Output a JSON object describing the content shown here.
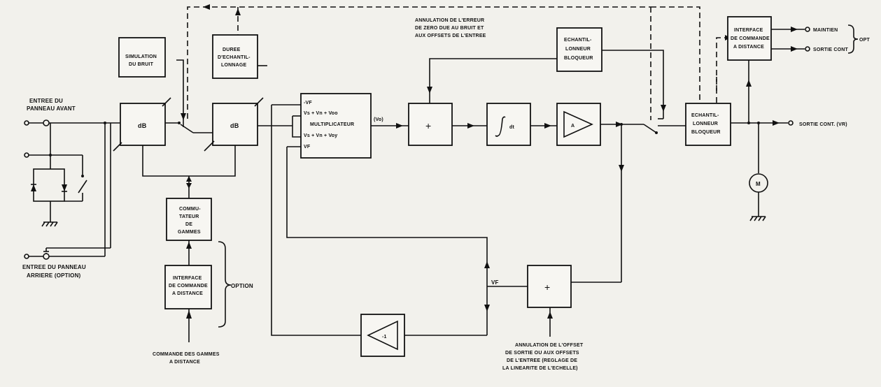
{
  "labels": {
    "input_front_1": "ENTREE DU",
    "input_front_2": "PANNEAU AVANT",
    "input_rear_1": "ENTREE DU PANNEAU",
    "input_rear_2": "ARRIERE (OPTION)",
    "sim_1": "SIMULATION",
    "sim_2": "DU BRUIT",
    "duree_1": "DUREE",
    "duree_2": "D'ECHANTIL-",
    "duree_3": "LONNAGE",
    "db1": "dB",
    "db2": "dB",
    "comm_1": "COMMU-",
    "comm_2": "TATEUR",
    "comm_3": "DE",
    "comm_4": "GAMMES",
    "iface_left_1": "INTERFACE",
    "iface_left_2": "DE COMMANDE",
    "iface_left_3": "A DISTANCE",
    "option_left": "OPTION",
    "cmd_gammes_1": "COMMANDE DES GAMMES",
    "cmd_gammes_2": "A DISTANCE",
    "mult_1": "-VF",
    "mult_2": "Vs + Vn + Voo",
    "mult_3": "MULTIPLICATEUR",
    "mult_4": "Vs + Vn + Voy",
    "mult_5": "VF",
    "vo": "(Vo)",
    "plus_top": "+",
    "integ": "dt",
    "amp": "A",
    "annul_top_1": "ANNULATION DE L'ERREUR",
    "annul_top_2": "DE ZERO DUE AU BRUIT ET",
    "annul_top_3": "AUX OFFSETS DE L'ENTREE",
    "ech_top_1": "ECHANTIL-",
    "ech_top_2": "LONNEUR",
    "ech_top_3": "BLOQUEUR",
    "ech_main_1": "ECHANTIL-",
    "ech_main_2": "LONNEUR",
    "ech_main_3": "BLOQUEUR",
    "iface_right_1": "INTERFACE",
    "iface_right_2": "DE COMMANDE",
    "iface_right_3": "A DISTANCE",
    "maintien": "MAINTIEN",
    "sortie_cont": "SORTIE CONT",
    "opt": "OPT",
    "sortie_cont_vr": "SORTIE CONT. (VR)",
    "meter": "M",
    "vf": "VF",
    "plus_bottom": "+",
    "inv": "-1",
    "annul_bot_1": "ANNULATION DE L'OFFSET",
    "annul_bot_2": "DE SORTIE OU AUX OFFSETS",
    "annul_bot_3": "DE L'ENTREE (REGLAGE DE",
    "annul_bot_4": "LA LINEARITE DE L'ECHELLE)"
  }
}
